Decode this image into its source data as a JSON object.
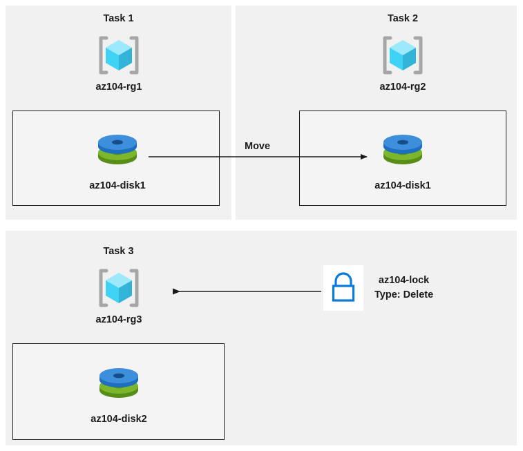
{
  "diagram": {
    "title": "Azure AZ-104 resource group tasks diagram",
    "background_color": "#ffffff",
    "panel_color": "#f1f1f1",
    "box_border_color": "#1d1d1d",
    "arrow_color": "#1b1b1b"
  },
  "palette": {
    "rg_cube_top": "#9ce9fb",
    "rg_cube_left": "#3fd2f5",
    "rg_cube_right": "#31b4d8",
    "rg_bracket": "#a6a6a6",
    "disk_blue_top": "#3d8fdc",
    "disk_blue_side": "#1f6fc0",
    "disk_green_top": "#7cb72b",
    "disk_green_side": "#568e17",
    "lock_outline": "#0a7bdb",
    "lock_tile": "#ffffff",
    "text": "#1b1b1b"
  },
  "panels": [
    {
      "id": "task1",
      "title": "Task 1",
      "resource_group": {
        "label": "az104-rg1",
        "icon": "resource-group-icon"
      },
      "resource": {
        "label": "az104-disk1",
        "icon": "managed-disk-icon"
      }
    },
    {
      "id": "task2",
      "title": "Task 2",
      "resource_group": {
        "label": "az104-rg2",
        "icon": "resource-group-icon"
      },
      "resource": {
        "label": "az104-disk1",
        "icon": "managed-disk-icon"
      }
    },
    {
      "id": "task3",
      "title": "Task 3",
      "resource_group": {
        "label": "az104-rg3",
        "icon": "resource-group-icon"
      },
      "resource": {
        "label": "az104-disk2",
        "icon": "managed-disk-icon"
      }
    }
  ],
  "connectors": [
    {
      "id": "move",
      "label": "Move",
      "direction": "right",
      "from": "az104-disk1 in az104-rg1",
      "to": "az104-rg2"
    },
    {
      "id": "lock-apply",
      "label": "",
      "direction": "left",
      "from": "az104-lock",
      "to": "az104-rg3"
    }
  ],
  "lock": {
    "icon": "lock-icon",
    "name": "az104-lock",
    "type_line": "Type: Delete"
  }
}
